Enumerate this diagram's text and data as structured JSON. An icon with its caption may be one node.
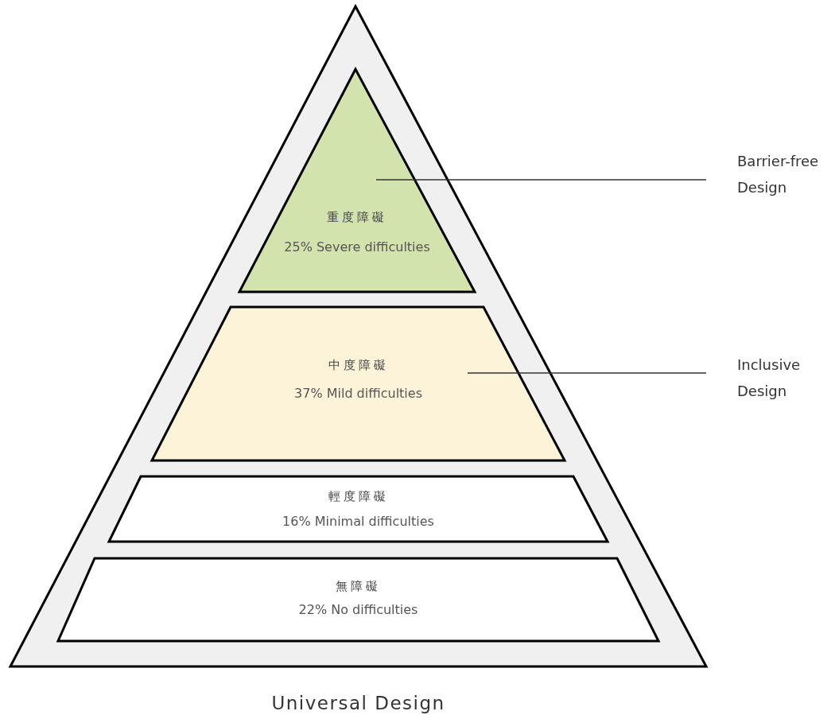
{
  "diagram": {
    "nodes": [
      {
        "text": [
          "Universal Design"
        ]
      },
      {
        "text": [
          "重度障礙",
          "25% Severe difficulties"
        ],
        "in": 0
      },
      {
        "text": [
          "中度障礙",
          "37% Mild difficulties"
        ],
        "in": 0
      },
      {
        "text": [
          "輕度障礙",
          "16% Minimal difficulties"
        ],
        "in": 0
      },
      {
        "text": [
          "無障礙",
          "22% No difficulties"
        ],
        "in": 0
      },
      {
        "text": [
          "Barrier-free Design"
        ]
      },
      {
        "text": [
          "Inclusive Design"
        ]
      }
    ],
    "edges": [
      {
        "from": 5,
        "to": 1,
        "arrow": "none"
      },
      {
        "from": 6,
        "to": 2,
        "arrow": "none"
      }
    ]
  }
}
